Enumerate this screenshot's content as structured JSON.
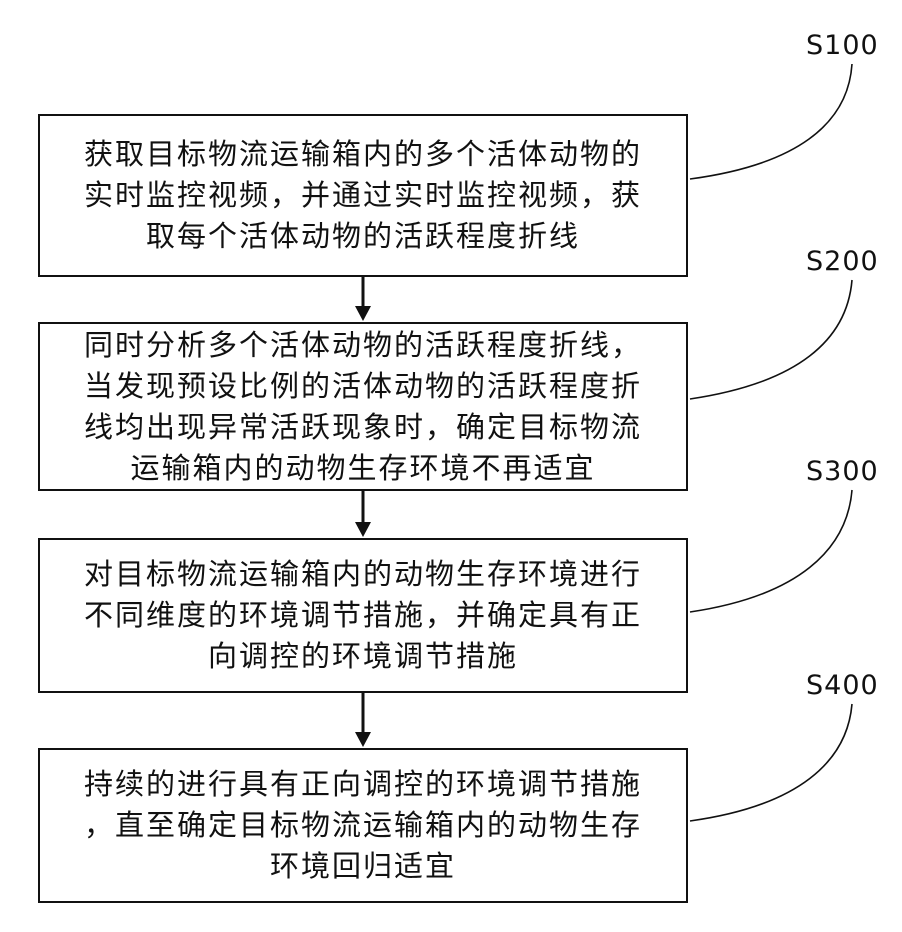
{
  "figure": {
    "steps": [
      {
        "label": "S100",
        "lines": [
          "获取目标物流运输箱内的多个活体动物的",
          "实时监控视频，并通过实时监控视频，获",
          "取每个活体动物的活跃程度折线"
        ]
      },
      {
        "label": "S200",
        "lines": [
          "同时分析多个活体动物的活跃程度折线，",
          "当发现预设比例的活体动物的活跃程度折",
          "线均出现异常活跃现象时，确定目标物流",
          "运输箱内的动物生存环境不再适宜"
        ]
      },
      {
        "label": "S300",
        "lines": [
          "对目标物流运输箱内的动物生存环境进行",
          "不同维度的环境调节措施，并确定具有正",
          "向调控的环境调节措施"
        ]
      },
      {
        "label": "S400",
        "lines": [
          "持续的进行具有正向调控的环境调节措施",
          "，直至确定目标物流运输箱内的动物生存",
          "环境回归适宜"
        ]
      }
    ],
    "colors": {
      "line": "#111111",
      "background": "#ffffff"
    }
  }
}
